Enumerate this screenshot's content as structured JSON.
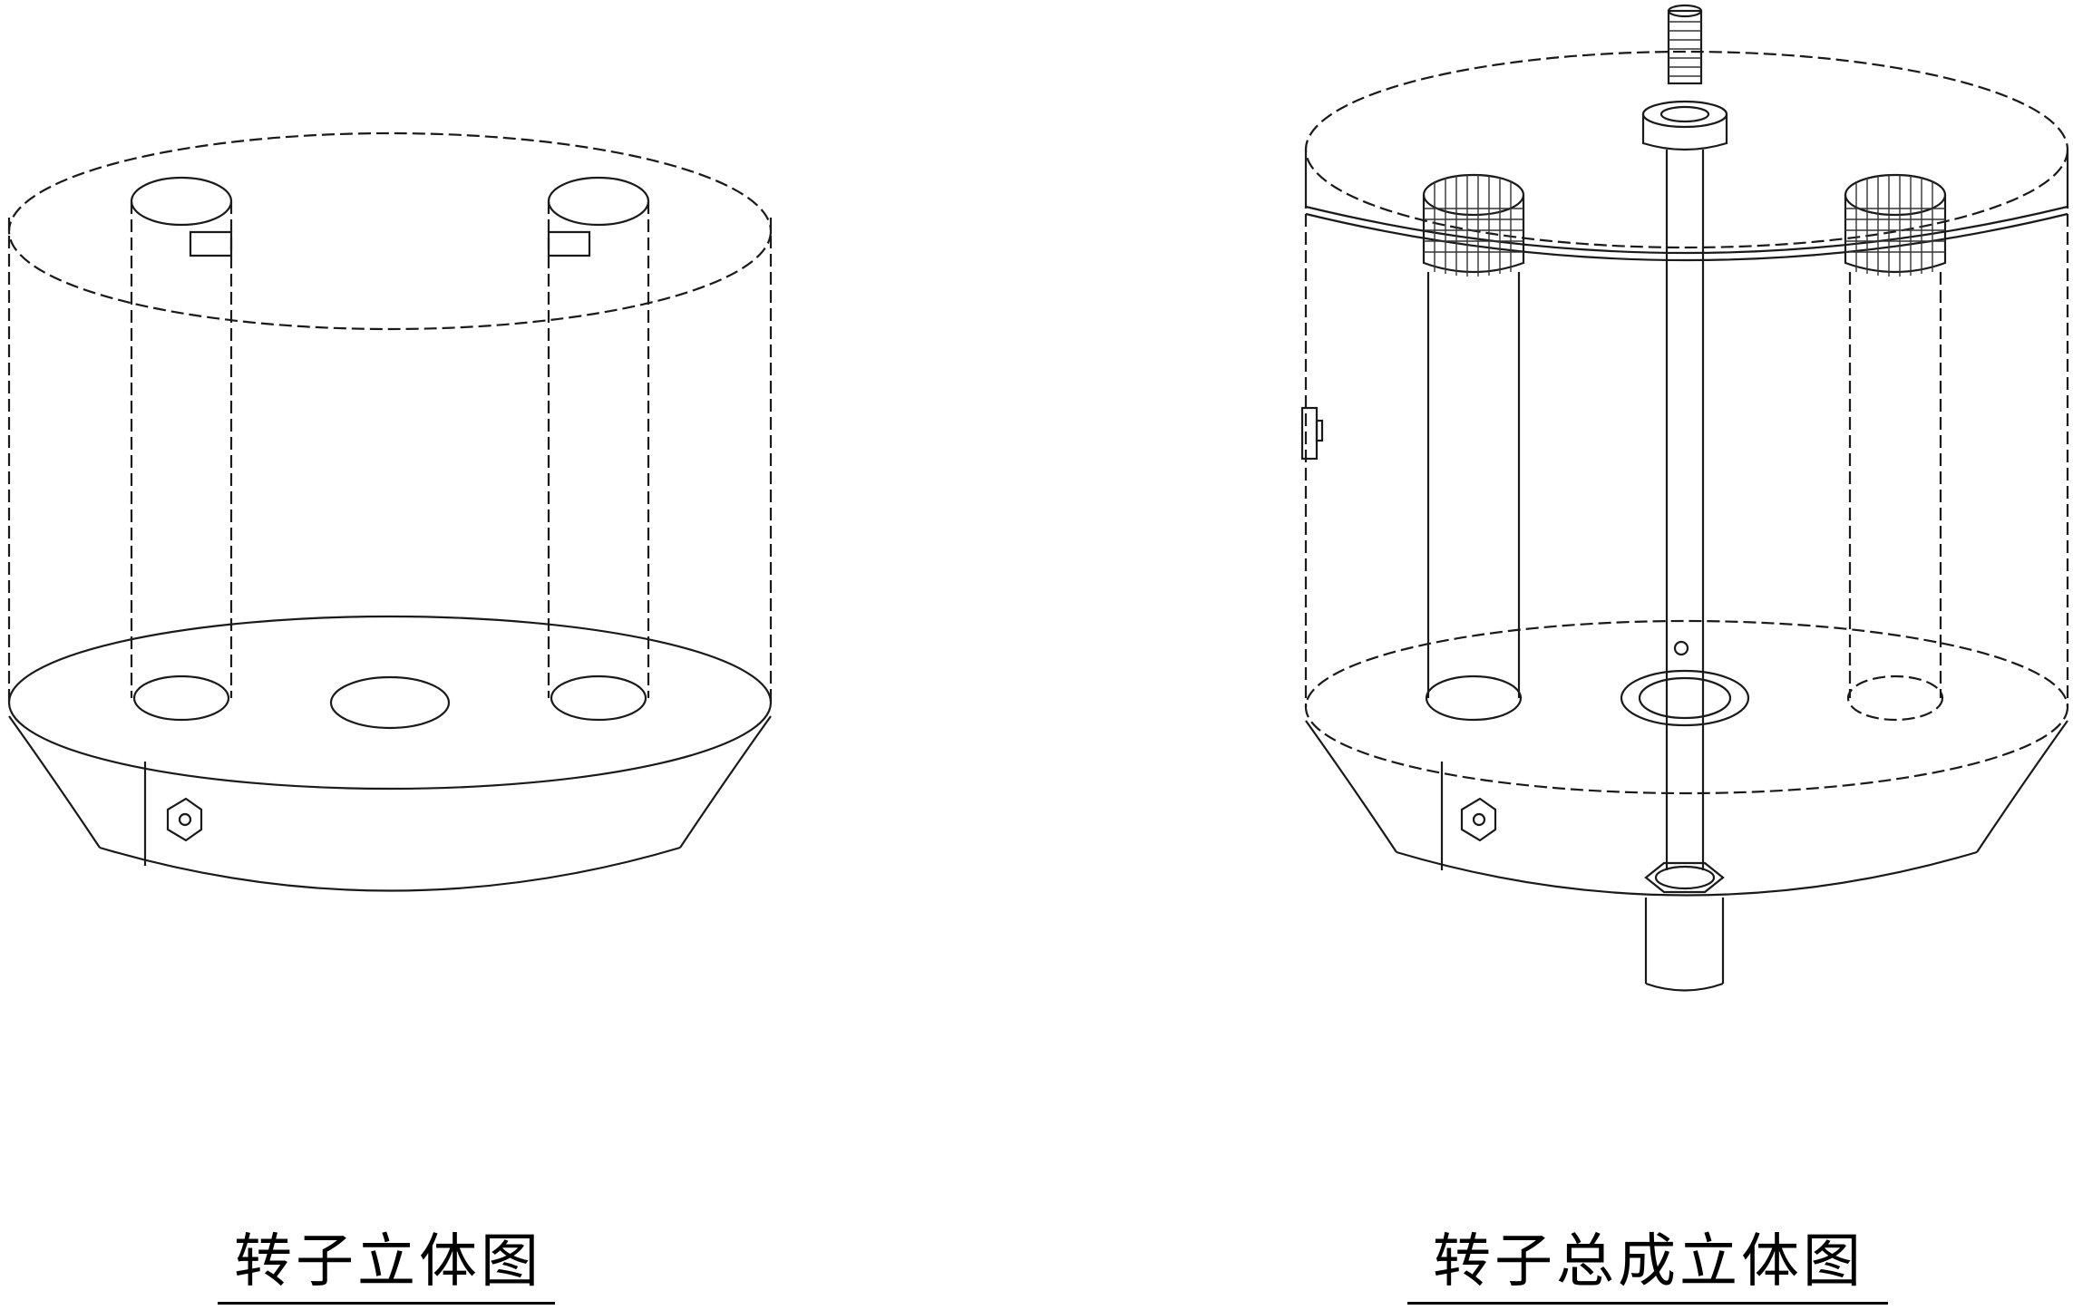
{
  "figures": [
    {
      "id": "rotor",
      "caption": "转子立体图"
    },
    {
      "id": "rotor-assembly",
      "caption": "转子总成立体图"
    }
  ]
}
